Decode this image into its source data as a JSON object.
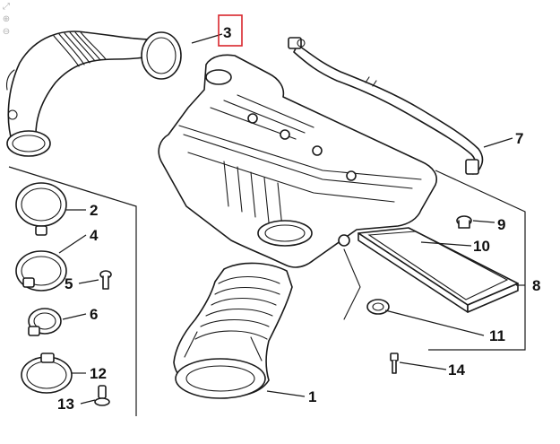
{
  "toolbar": {
    "zoom_icons": [
      "zoom-fit-icon",
      "zoom-in-icon",
      "zoom-out-icon"
    ],
    "glyphs": [
      "⤢",
      "⊕",
      "⊖"
    ]
  },
  "diagram": {
    "highlight_color": "#d9262c",
    "highlighted_callout": "3",
    "callouts": [
      "1",
      "2",
      "3",
      "4",
      "5",
      "6",
      "7",
      "8",
      "9",
      "10",
      "11",
      "12",
      "13",
      "14"
    ]
  }
}
